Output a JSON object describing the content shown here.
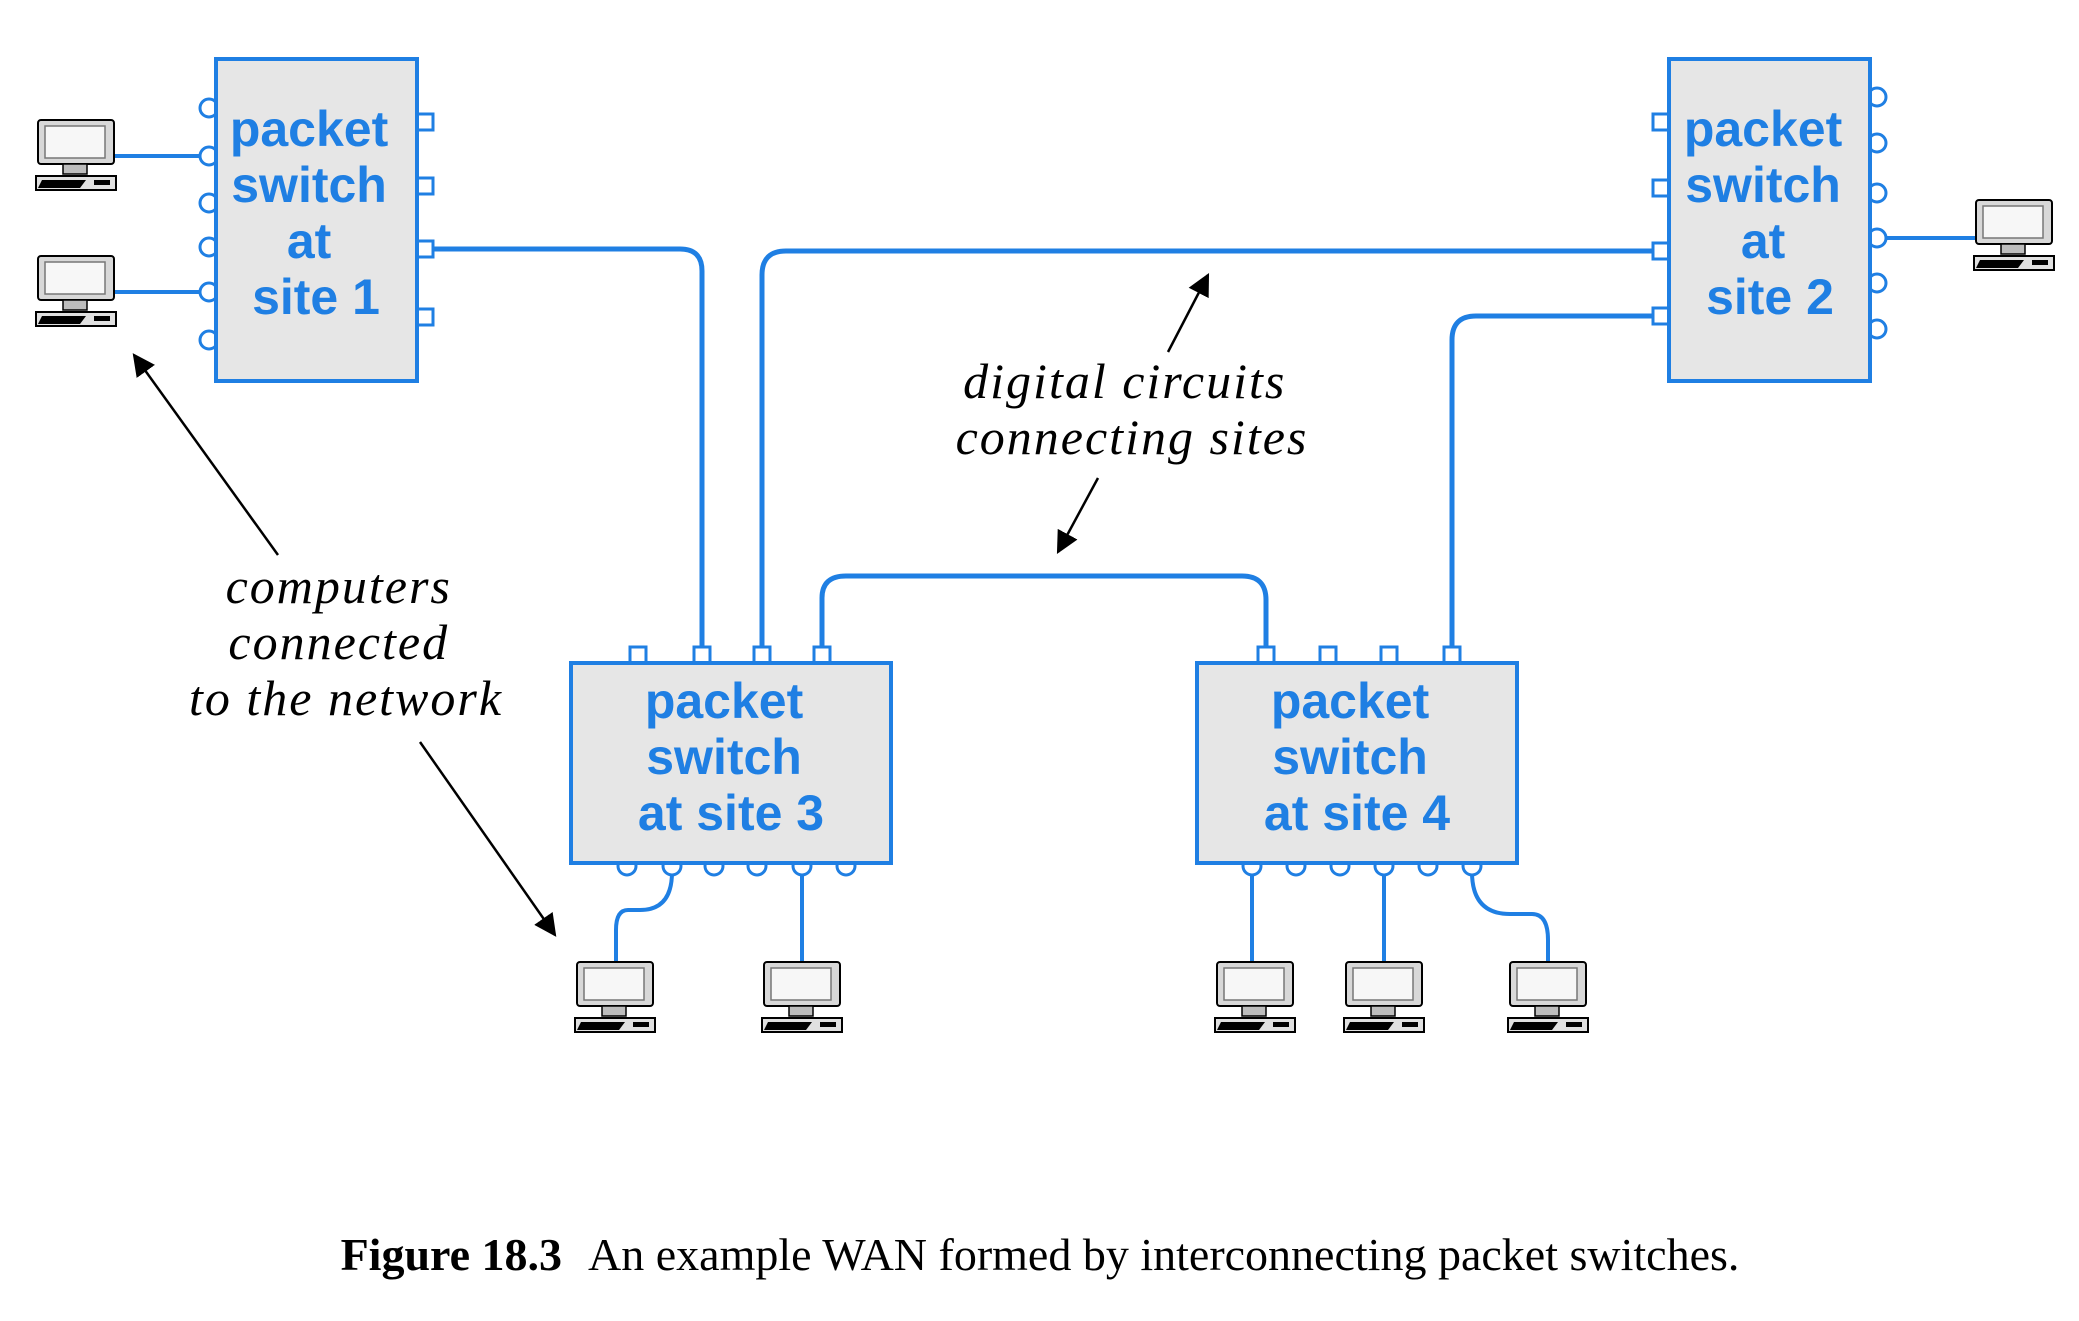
{
  "switches": [
    {
      "id": "site1",
      "lines": [
        "packet",
        "switch",
        "at",
        "site 1"
      ]
    },
    {
      "id": "site2",
      "lines": [
        "packet",
        "switch",
        "at",
        "site 2"
      ]
    },
    {
      "id": "site3",
      "lines": [
        "packet",
        "switch",
        "at site 3"
      ]
    },
    {
      "id": "site4",
      "lines": [
        "packet",
        "switch",
        "at site 4"
      ]
    }
  ],
  "annotations": {
    "circuits": [
      "digital circuits",
      "connecting sites"
    ],
    "computers": [
      "computers",
      "connected",
      "to the network"
    ]
  },
  "caption": {
    "number": "Figure 18.3",
    "text": "An example WAN formed by interconnecting packet switches."
  },
  "colors": {
    "wire": "#1f7fe3",
    "switch_fill": "#e6e6e6",
    "label": "#1f7fe3"
  }
}
